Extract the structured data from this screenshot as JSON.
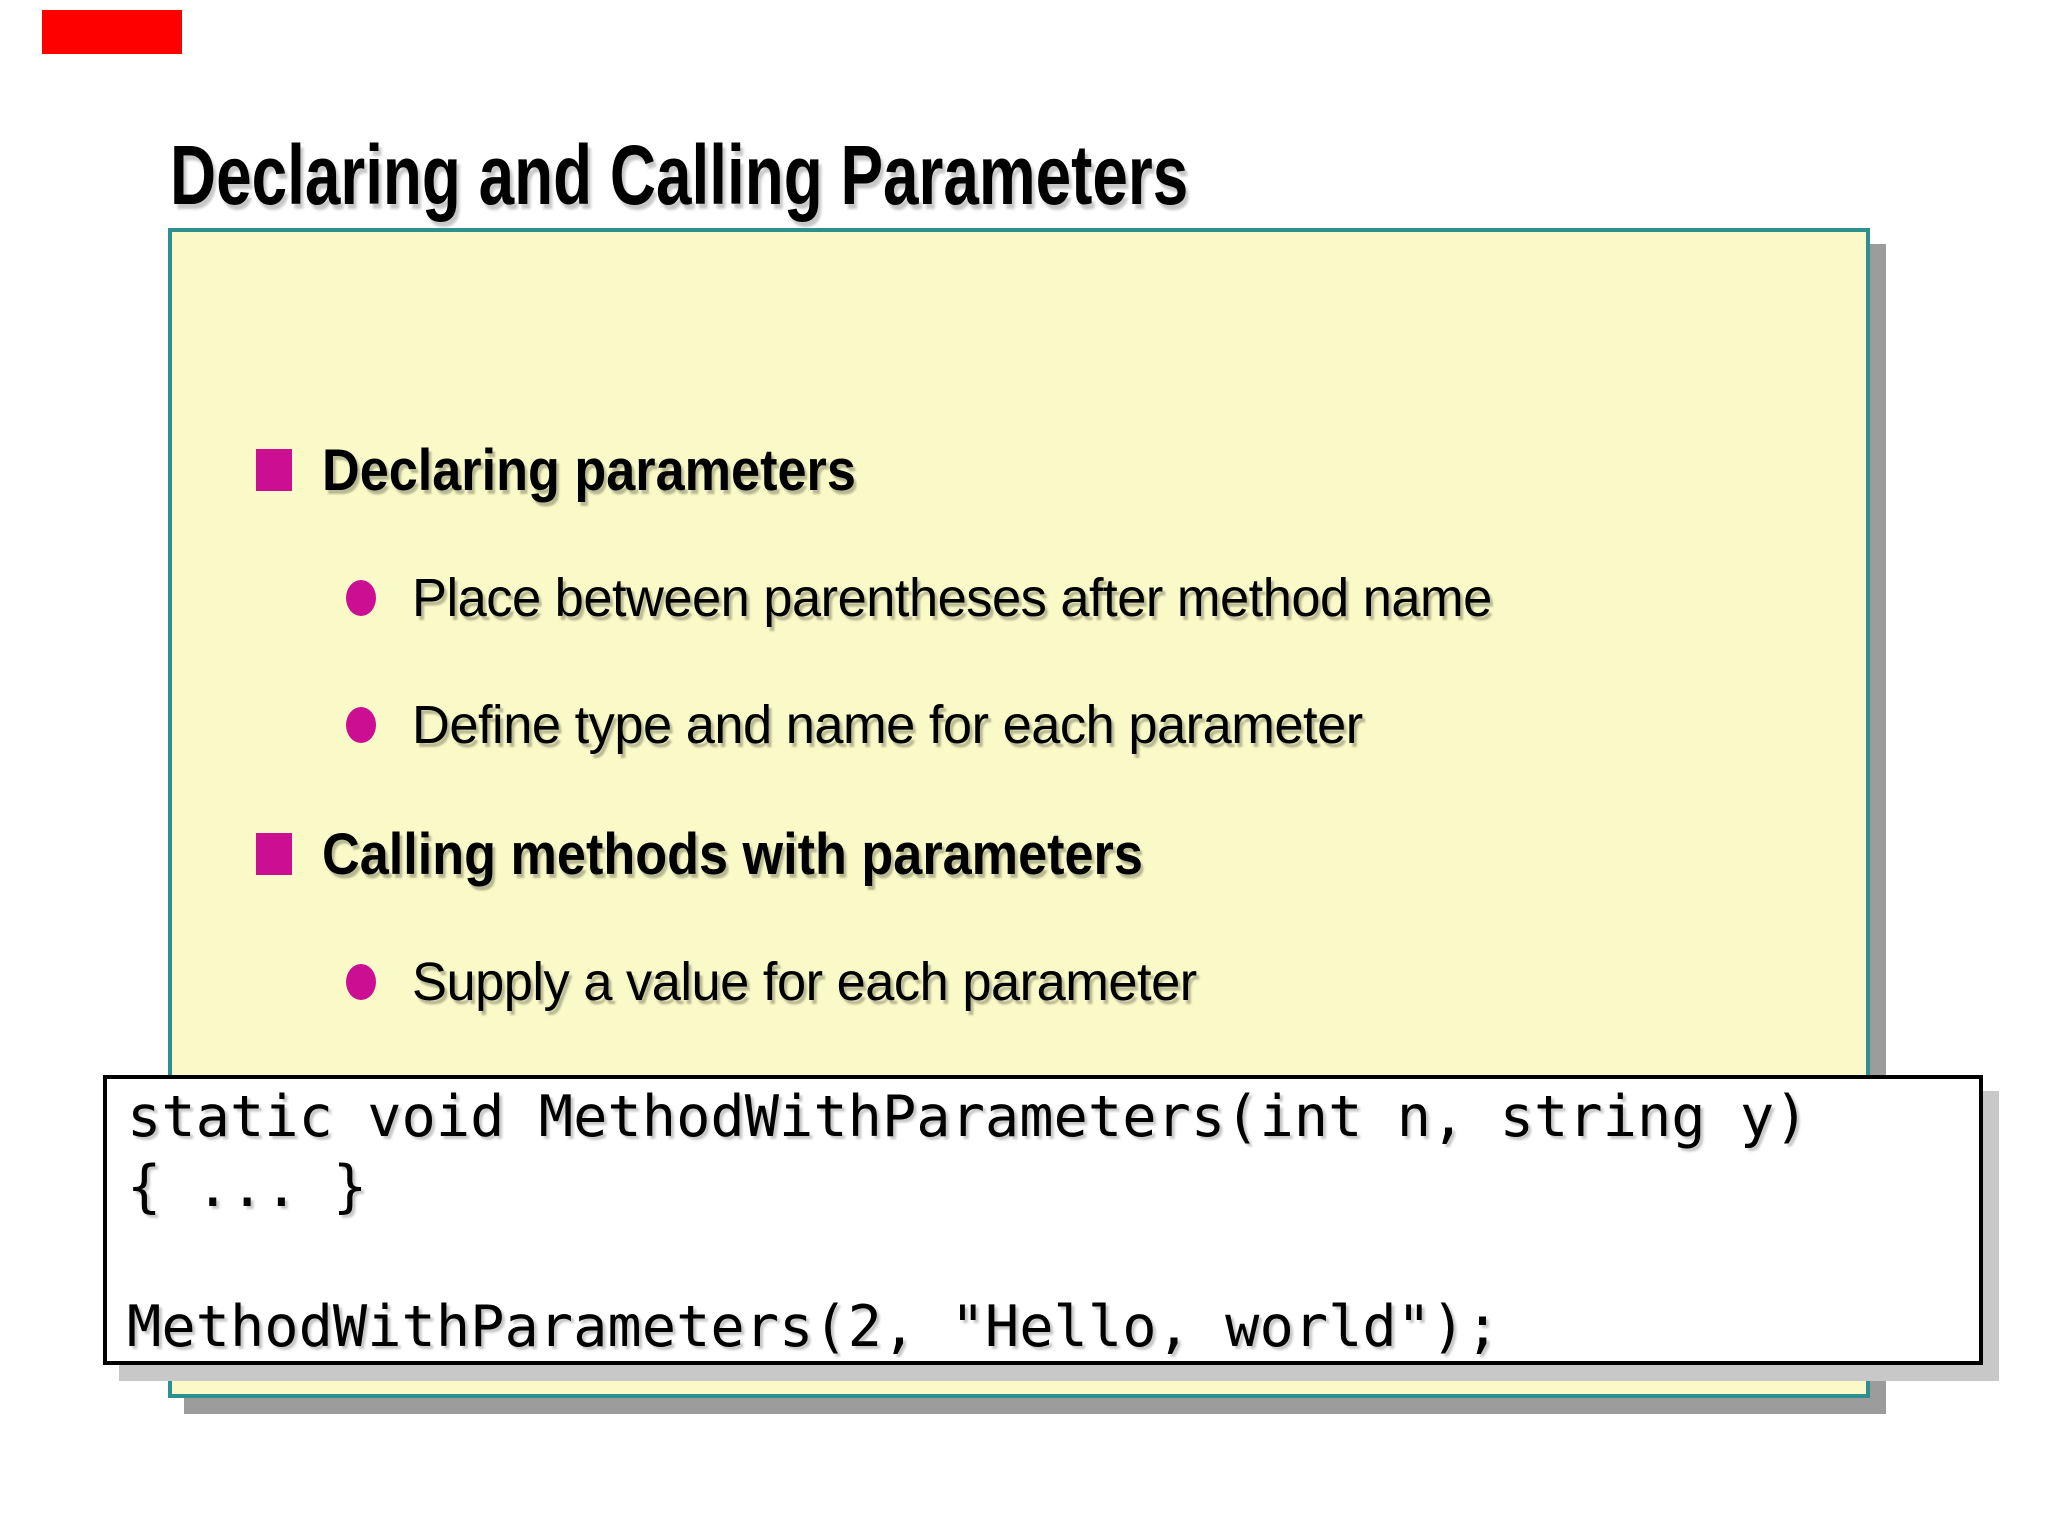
{
  "slide": {
    "accent_color": "#FF0000",
    "title": "Declaring and Calling Parameters",
    "content_panel": {
      "fill_color": "#FAFAC8",
      "border_color": "#2E8F8F",
      "bullet_color": "#CC0E92",
      "shadow_color": "#9C9C9C",
      "items": [
        {
          "level": 1,
          "text": "Declaring parameters"
        },
        {
          "level": 2,
          "text": "Place between parentheses after method name"
        },
        {
          "level": 2,
          "text": "Define type and name for each parameter"
        },
        {
          "level": 1,
          "text": "Calling methods with parameters"
        },
        {
          "level": 2,
          "text": "Supply a value for each parameter"
        }
      ]
    },
    "code_panel": {
      "border_color": "#000000",
      "shadow_color": "#C8C8C8",
      "lines": [
        "static void MethodWithParameters(int n, string y)",
        "{ ... }",
        "",
        "MethodWithParameters(2, \"Hello, world\");"
      ]
    }
  }
}
